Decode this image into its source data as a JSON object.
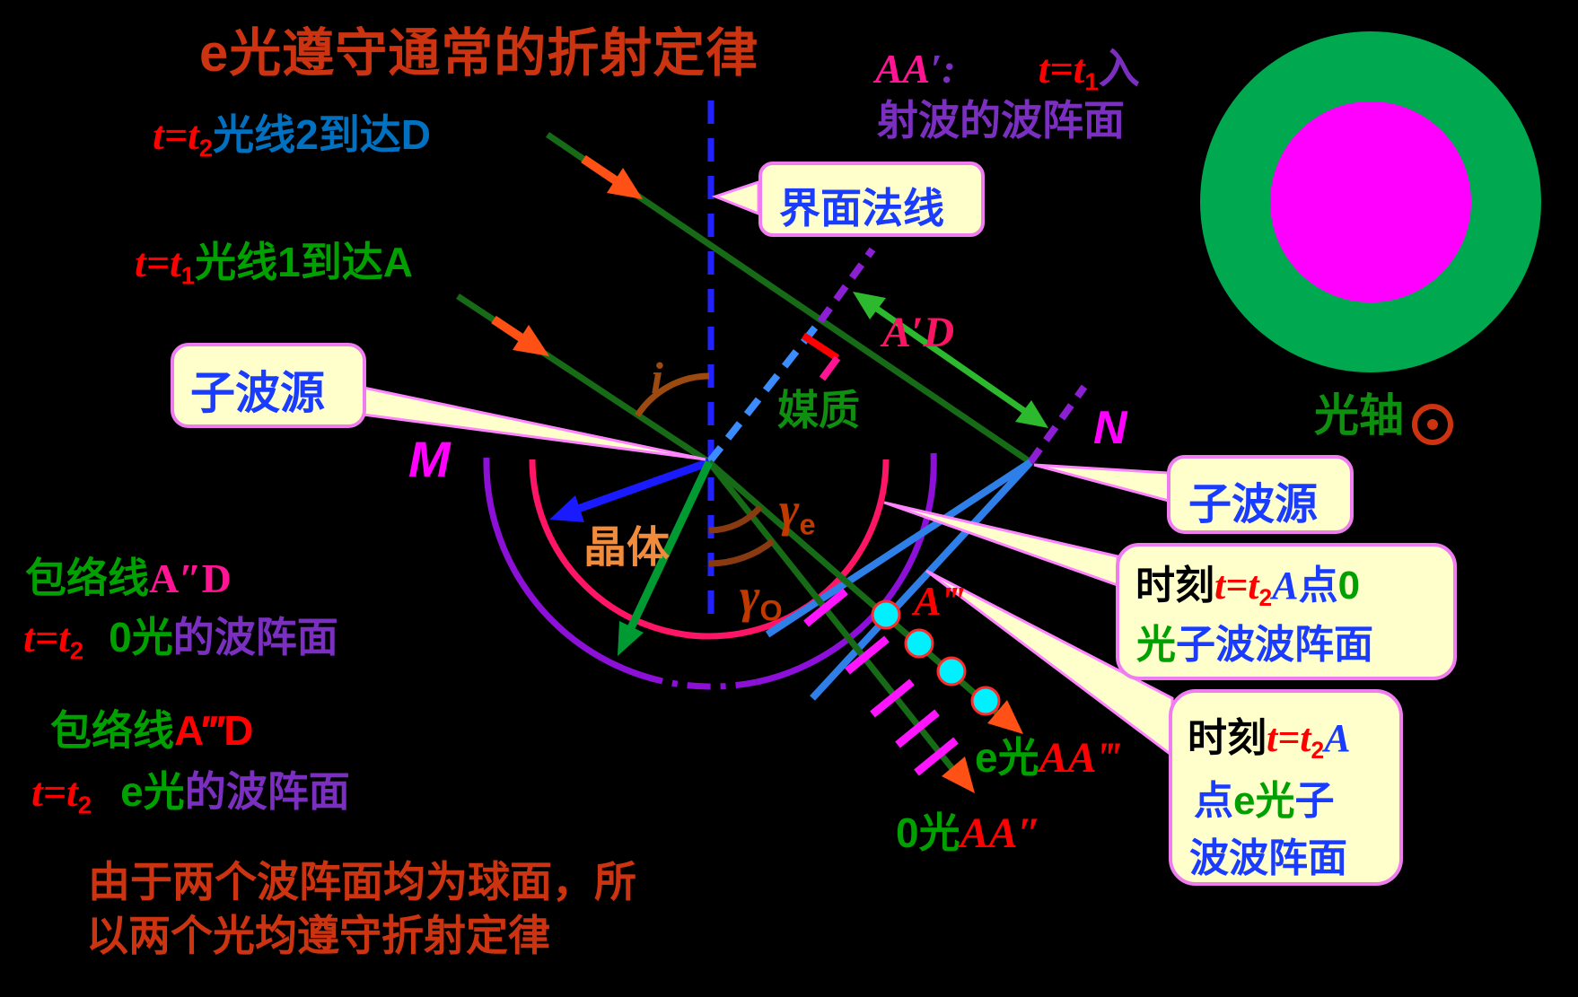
{
  "title": "e光遵守通常的折射定律",
  "colors": {
    "background": "#000000",
    "title_red": "#cc3310",
    "pure_red": "#ff0000",
    "ray_label_blue": "#0070c0",
    "box_text_blue": "#1a3cff",
    "green": "#00a000",
    "purple": "#7a2fc0",
    "deep_pink": "#ff1493",
    "magenta": "#ff00ff",
    "crystal_orange": "#f08c3c",
    "gamma_rust": "#c03a00",
    "dark_green_ray": "#176b17",
    "bright_green_arrow": "#2db92d",
    "dodger_blue_wavefront": "#2f7fe8",
    "normal_blue": "#2222ff",
    "o_circle_crimson": "#ff1566",
    "e_circle_purple": "#8c10d8",
    "orange_arrowhead": "#ff5115",
    "cyan_dot": "#00f0ff",
    "callout_fill": "#ffffcc",
    "callout_border": "#f07df0",
    "ring_green": "#00a94f",
    "ring_inner_magenta": "#ff00ff"
  },
  "top_left": {
    "ray2": {
      "pre": "t=t",
      "sub": "2",
      "rest": "光线2到达D"
    },
    "ray1": {
      "pre": "t=t",
      "sub": "1",
      "rest": "光线1到达A"
    }
  },
  "top_right": {
    "aa": "AA",
    "prime_colon": "′:",
    "pre": "t=t",
    "sub": "1",
    "ru": "入",
    "line2": "射波的波阵面"
  },
  "callouts": {
    "normal_box": "界面法线",
    "source_left": "子波源",
    "source_right": "子波源",
    "o_box": {
      "shike": "时刻",
      "pre": "t=t",
      "sub": "2",
      "a": "A",
      "dian": "点",
      "zero": "0",
      "guang": "光",
      "rest": "子波波阵面"
    },
    "e_box": {
      "shike": "时刻",
      "pre": "t=t",
      "sub": "2",
      "a": "A",
      "dian": "点",
      "e": "e",
      "guang": "光",
      "zi": "子",
      "line3": "波波阵面"
    }
  },
  "diagram": {
    "medium": "媒质",
    "crystal": "晶体",
    "m": "M",
    "n": "N",
    "angle_i": "i",
    "gamma_e": {
      "g": "γ",
      "sub": "e"
    },
    "gamma_o": {
      "g": "γ",
      "sub": "O"
    },
    "a_prime_d": "A′D",
    "a_triple": "A‴",
    "e_ray_label": {
      "green": "e光",
      "red": "AA‴"
    },
    "o_ray_label": {
      "green": "0光",
      "red": "AA″"
    },
    "optic_axis": "光轴",
    "axis_symbol": "⊙"
  },
  "left_column": {
    "env_o": {
      "green": "包络线",
      "pink": "A″D"
    },
    "t2_o": {
      "pre": "t=t",
      "sub": "2",
      "zero": "0光",
      "rest": "的波阵面"
    },
    "env_e": {
      "green": "包络线",
      "red": "A‴D"
    },
    "t2_e": {
      "pre": "t=t",
      "sub": "2",
      "e": "e光",
      "rest": "的波阵面"
    }
  },
  "bottom_note": {
    "line1": "由于两个波阵面均为球面，所",
    "line2": "以两个光均遵守折射定律"
  }
}
